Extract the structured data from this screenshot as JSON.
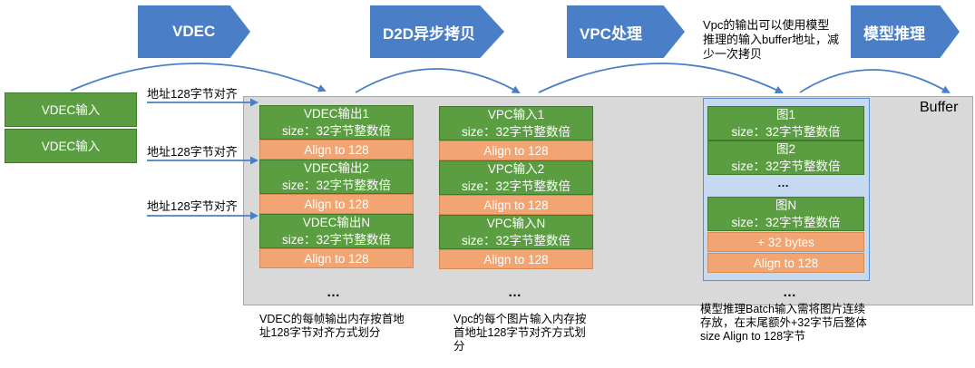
{
  "stages": {
    "vdec": "VDEC",
    "d2d": "D2D异步拷贝",
    "vpc": "VPC处理",
    "infer": "模型推理"
  },
  "top_note": "Vpc的输出可以使用模型推理的输入buffer地址，减少一次拷贝",
  "buffer_label": "Buffer",
  "inputs": [
    "VDEC输入",
    "VDEC输入"
  ],
  "align_labels": [
    "地址128字节对齐",
    "地址128字节对齐",
    "地址128字节对齐"
  ],
  "vdec_column": {
    "blocks": [
      {
        "title": "VDEC输出1",
        "size": "size：32字节整数倍",
        "align": "Align to 128"
      },
      {
        "title": "VDEC输出2",
        "size": "size：32字节整数倍",
        "align": "Align to 128"
      },
      {
        "title": "VDEC输出N",
        "size": "size：32字节整数倍",
        "align": "Align to 128"
      }
    ],
    "dots": "…",
    "note": "VDEC的每帧输出内存按首地址128字节对齐方式划分"
  },
  "vpc_column": {
    "blocks": [
      {
        "title": "VPC输入1",
        "size": "size：32字节整数倍",
        "align": "Align to 128"
      },
      {
        "title": "VPC输入2",
        "size": "size：32字节整数倍",
        "align": "Align to 128"
      },
      {
        "title": "VPC输入N",
        "size": "size：32字节整数倍",
        "align": "Align to 128"
      }
    ],
    "dots": "…",
    "note": "Vpc的每个图片输入内存按首地址128字节对齐方式划分"
  },
  "infer_column": {
    "images": [
      {
        "title": "图1",
        "size": "size：32字节整数倍"
      },
      {
        "title": "图2",
        "size": "size：32字节整数倍"
      },
      {
        "title": "图N",
        "size": "size：32字节整数倍"
      }
    ],
    "inner_dots": "…",
    "extra": "+ 32 bytes",
    "align": "Align to 128",
    "dots": "…",
    "note": "模型推理Batch输入需将图片连续存放，在末尾额外+32字节后整体size Align to 128字节"
  },
  "colors": {
    "stage_blue": "#4a7ec7",
    "green": "#5b9e42",
    "orange": "#f2a572",
    "batch_blue": "#c5d9f1",
    "buffer_gray": "#d9d9d9"
  }
}
